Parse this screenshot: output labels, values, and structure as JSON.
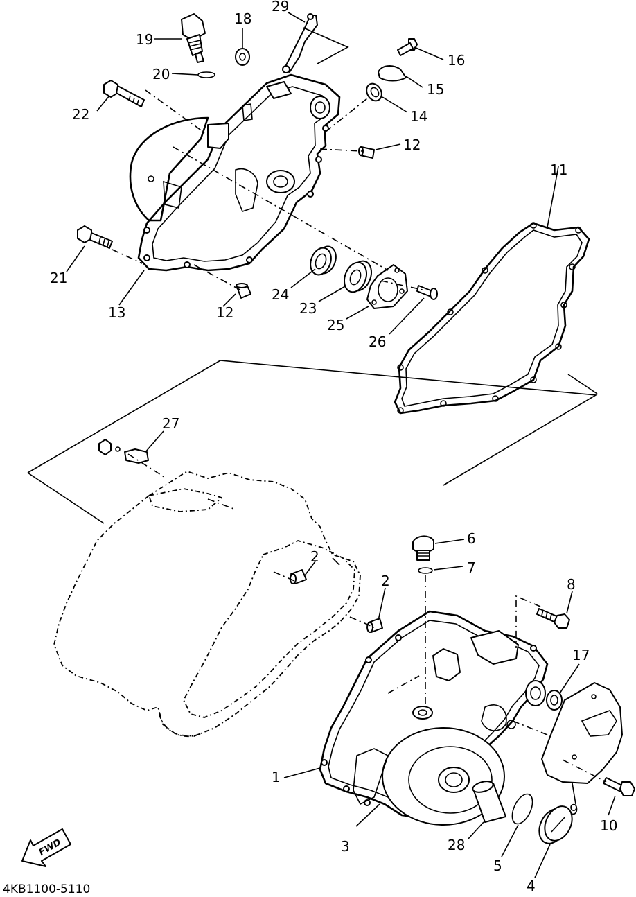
{
  "callouts": [
    {
      "id": "1",
      "text": "1"
    },
    {
      "id": "2a",
      "text": "2"
    },
    {
      "id": "2b",
      "text": "2"
    },
    {
      "id": "3",
      "text": "3"
    },
    {
      "id": "4",
      "text": "4"
    },
    {
      "id": "5",
      "text": "5"
    },
    {
      "id": "6",
      "text": "6"
    },
    {
      "id": "7",
      "text": "7"
    },
    {
      "id": "8",
      "text": "8"
    },
    {
      "id": "9",
      "text": "9"
    },
    {
      "id": "10",
      "text": "10"
    },
    {
      "id": "11",
      "text": "11"
    },
    {
      "id": "12a",
      "text": "12"
    },
    {
      "id": "12b",
      "text": "12"
    },
    {
      "id": "13",
      "text": "13"
    },
    {
      "id": "14",
      "text": "14"
    },
    {
      "id": "15",
      "text": "15"
    },
    {
      "id": "16",
      "text": "16"
    },
    {
      "id": "17",
      "text": "17"
    },
    {
      "id": "18",
      "text": "18"
    },
    {
      "id": "19",
      "text": "19"
    },
    {
      "id": "20",
      "text": "20"
    },
    {
      "id": "21",
      "text": "21"
    },
    {
      "id": "22",
      "text": "22"
    },
    {
      "id": "23",
      "text": "23"
    },
    {
      "id": "24",
      "text": "24"
    },
    {
      "id": "25",
      "text": "25"
    },
    {
      "id": "26",
      "text": "26"
    },
    {
      "id": "27",
      "text": "27"
    },
    {
      "id": "28",
      "text": "28"
    },
    {
      "id": "29",
      "text": "29"
    }
  ],
  "diagram_code": "4KB1100-5110",
  "fwd_label": "FWD"
}
